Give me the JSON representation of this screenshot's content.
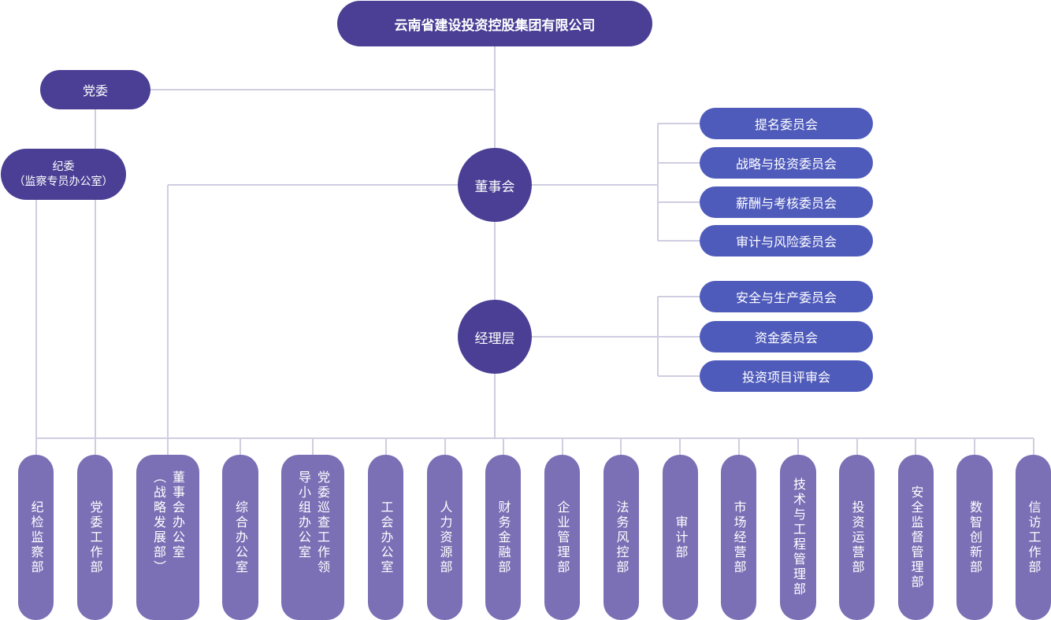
{
  "company": "云南省建设投资控股集团有限公司",
  "party_committee": "党委",
  "discipline_committee": {
    "line1": "纪委",
    "line2": "（监察专员办公室）"
  },
  "board": "董事会",
  "management": "经理层",
  "board_committees": [
    "提名委员会",
    "战略与投资委员会",
    "薪酬与考核委员会",
    "审计与风险委员会"
  ],
  "management_committees": [
    "安全与生产委员会",
    "资金委员会",
    "投资项目评审会"
  ],
  "departments": [
    "纪检监察部",
    "党委工作部",
    "董事会办公室（战略发展部）",
    "综合办公室",
    "党委巡查工作领导小组办公室",
    "工会办公室",
    "人力资源部",
    "财务金融部",
    "企业管理部",
    "法务风控部",
    "审计部",
    "市场经营部",
    "技术与工程管理部",
    "投资运营部",
    "安全监督管理部",
    "数智创新部",
    "信访工作部"
  ]
}
